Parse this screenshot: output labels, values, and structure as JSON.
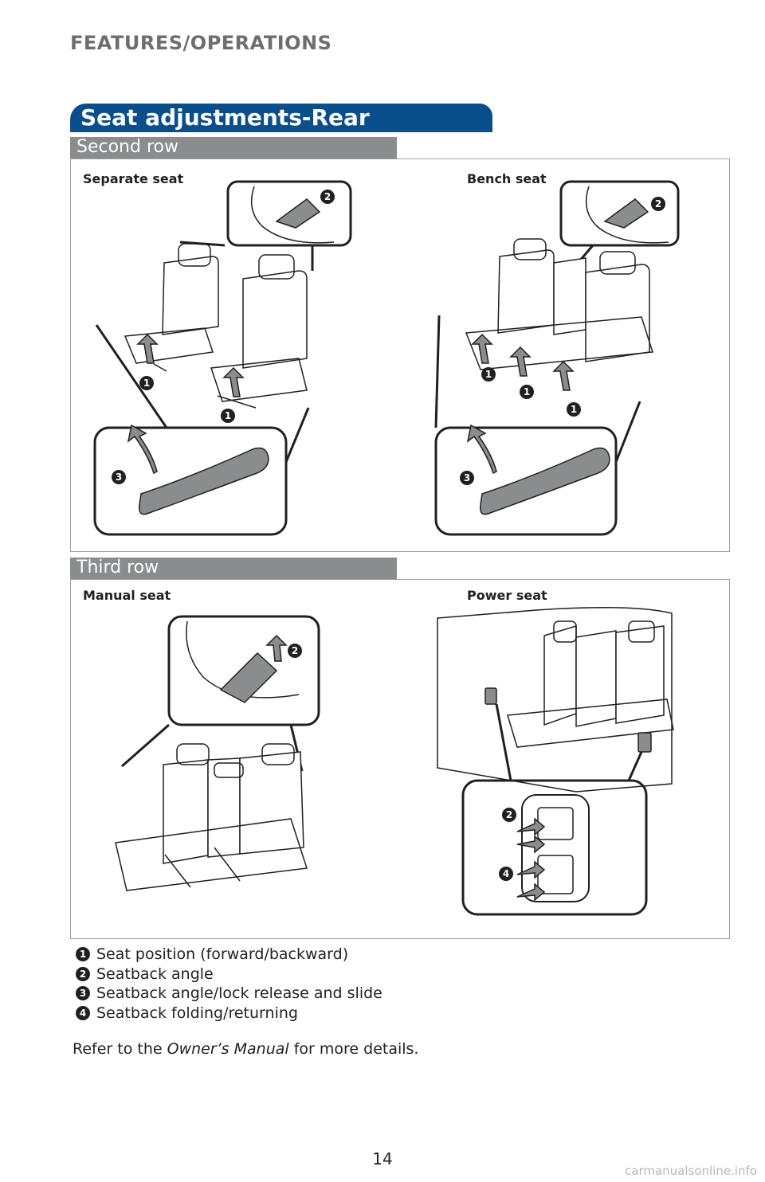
{
  "header": {
    "section": "FEATURES/OPERATIONS"
  },
  "title": "Seat adjustments-Rear",
  "second_row": {
    "heading": "Second row",
    "left_label": "Separate seat",
    "right_label": "Bench seat"
  },
  "third_row": {
    "heading": "Third row",
    "left_label": "Manual seat",
    "right_label": "Power seat"
  },
  "badges": {
    "b1": "1",
    "b2": "2",
    "b3": "3",
    "b4": "4"
  },
  "legend": [
    {
      "num": "1",
      "text": "Seat position (forward/backward)"
    },
    {
      "num": "2",
      "text": "Seatback angle"
    },
    {
      "num": "3",
      "text": "Seatback angle/lock release and slide"
    },
    {
      "num": "4",
      "text": "Seatback folding/returning"
    }
  ],
  "refer": {
    "prefix": "Refer to the ",
    "manual": "Owner’s Manual",
    "suffix": " for more details."
  },
  "page_number": "14",
  "watermark": "carmanualsonline.info",
  "colors": {
    "title_blue": "#0a4f8c",
    "sub_gray": "#8a8c8e",
    "header_gray": "#6d6e71"
  }
}
